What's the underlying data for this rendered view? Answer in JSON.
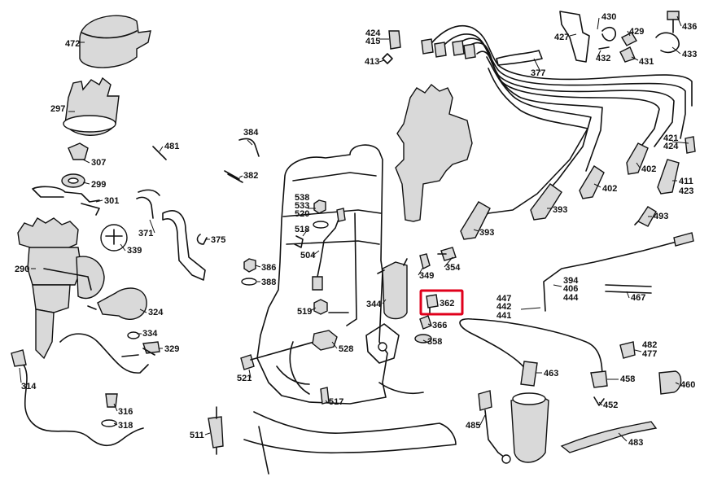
{
  "highlight": {
    "label": "362",
    "color": "#e0001b"
  },
  "labels": {
    "l472": "472",
    "l297": "297",
    "l307": "307",
    "l299": "299",
    "l301": "301",
    "l481": "481",
    "l371": "371",
    "l375": "375",
    "l339": "339",
    "l290": "290",
    "l324": "324",
    "l334": "334",
    "l329": "329",
    "l314": "314",
    "l316": "316",
    "l318": "318",
    "l384": "384",
    "l382": "382",
    "l538": "538",
    "l533": "533",
    "l520": "520",
    "l518": "518",
    "l504": "504",
    "l386": "386",
    "l388": "388",
    "l519": "519",
    "l528": "528",
    "l521": "521",
    "l517": "517",
    "l511": "511",
    "l424": "424",
    "l415": "415",
    "l413": "413",
    "l344": "344",
    "l349": "349",
    "l354": "354",
    "l362": "362",
    "l366": "366",
    "l358": "358",
    "l430": "430",
    "l427": "427",
    "l429": "429",
    "l436": "436",
    "l432": "432",
    "l431": "431",
    "l433": "433",
    "l377": "377",
    "l421": "421",
    "l424b": "424",
    "l402a": "402",
    "l402b": "402",
    "l411": "411",
    "l423": "423",
    "l393a": "393",
    "l393b": "393",
    "l493": "493",
    "l394": "394",
    "l406": "406",
    "l444": "444",
    "l467": "467",
    "l447": "447",
    "l442": "442",
    "l441": "441",
    "l482": "482",
    "l477": "477",
    "l463": "463",
    "l458": "458",
    "l460": "460",
    "l452": "452",
    "l485": "485",
    "l483": "483"
  }
}
